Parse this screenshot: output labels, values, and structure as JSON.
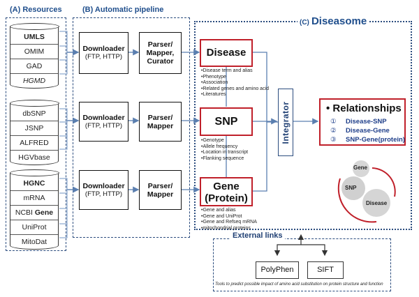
{
  "sections": {
    "resources_label": "(A) Resources",
    "pipeline_label": "(B) Automatic pipeline",
    "diseasome_prefix": "(C)",
    "diseasome_label": "Diseasome"
  },
  "resource_groups": [
    {
      "items": [
        {
          "label": "UMLS",
          "style": "bold"
        },
        {
          "label": "OMIM",
          "style": "normal"
        },
        {
          "label": "GAD",
          "style": "normal"
        },
        {
          "label": "HGMD",
          "style": "italic"
        }
      ]
    },
    {
      "items": [
        {
          "label": "dbSNP",
          "style": "normal"
        },
        {
          "label": "JSNP",
          "style": "normal"
        },
        {
          "label": "ALFRED",
          "style": "normal"
        },
        {
          "label": "HGVbase",
          "style": "normal"
        }
      ]
    },
    {
      "items": [
        {
          "label": "HGNC",
          "style": "bold"
        },
        {
          "label": "mRNA",
          "style": "normal"
        },
        {
          "label": "NCBI ",
          "bold_suffix": "Gene",
          "style": "normal"
        },
        {
          "label": "UniProt",
          "style": "normal"
        },
        {
          "label": "MitoDat",
          "style": "normal"
        }
      ]
    }
  ],
  "pipeline": [
    {
      "downloader_title": "Downloader",
      "downloader_sub": "(FTP, HTTP)",
      "parser_lines": [
        "Parser/",
        "Mapper,",
        "Curator"
      ]
    },
    {
      "downloader_title": "Downloader",
      "downloader_sub": "(FTP, HTTP)",
      "parser_lines": [
        "Parser/",
        "Mapper"
      ]
    },
    {
      "downloader_title": "Downloader",
      "downloader_sub": "(FTP, HTTP)",
      "parser_lines": [
        "Parser/",
        "Mapper"
      ]
    }
  ],
  "entities": [
    {
      "lines": [
        "Disease"
      ],
      "notes": [
        "Disease term and alias",
        "Phenotype",
        "Association",
        "Related genes and amino acid",
        "Literatures"
      ]
    },
    {
      "lines": [
        "SNP"
      ],
      "notes": [
        "Genotype",
        "Allele frequency",
        "Location in transcript",
        "Flanking sequence"
      ]
    },
    {
      "lines": [
        "Gene",
        "(Protein)"
      ],
      "notes": [
        "Gene and alias",
        "Gene and UniProt",
        "Gene and Refseq mRNA",
        "mitochondrial proteins"
      ]
    }
  ],
  "integrator": {
    "label": "Integrator"
  },
  "relationships": {
    "title": "• Relationships",
    "items": [
      {
        "num": "①",
        "label": "Disease-SNP"
      },
      {
        "num": "②",
        "label": "Disease-Gene"
      },
      {
        "num": "③",
        "label": "SNP-Gene(protein)"
      }
    ]
  },
  "gears": {
    "gene": "Gene",
    "snp": "SNP",
    "disease": "Disease"
  },
  "external": {
    "label": "External links",
    "tools": [
      "PolyPhen",
      "SIFT"
    ],
    "note": "Tools to predict possible impact of amino acid substitution on protein structure and function"
  }
}
